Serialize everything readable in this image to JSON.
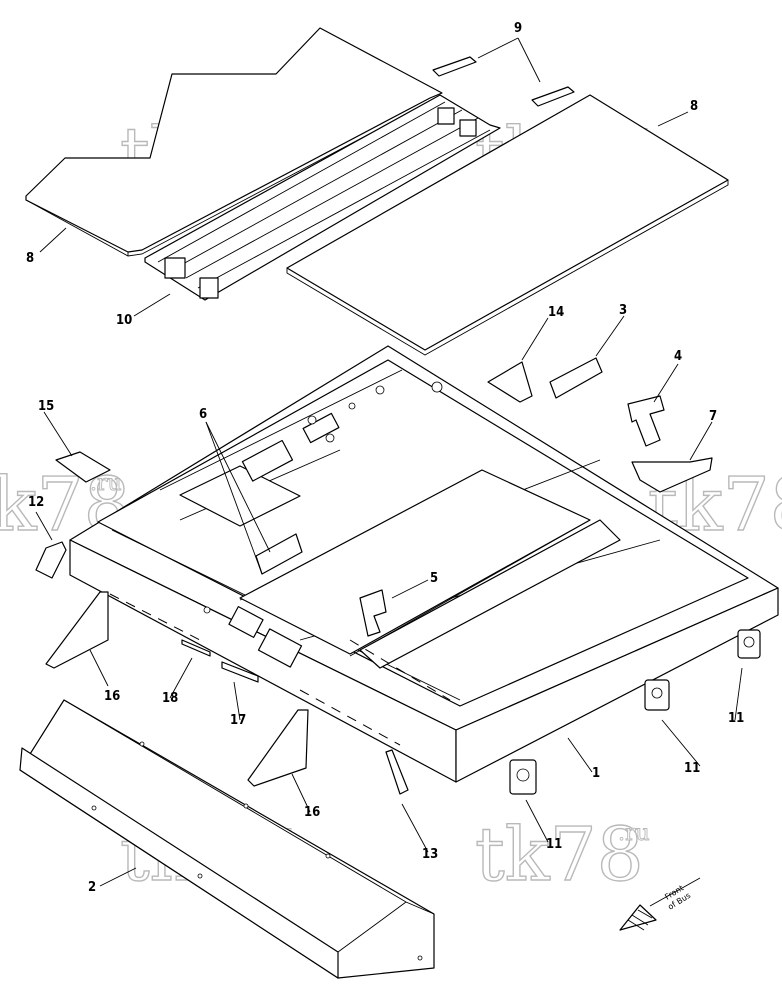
{
  "watermark": {
    "main": "tk78",
    "suffix": ".ru"
  },
  "callouts": [
    "1",
    "2",
    "3",
    "4",
    "5",
    "6",
    "7",
    "8",
    "9",
    "10",
    "11",
    "12",
    "13",
    "14",
    "15",
    "16",
    "17",
    "18"
  ],
  "orientation": {
    "line1": "Front",
    "line2": "of Bus"
  }
}
